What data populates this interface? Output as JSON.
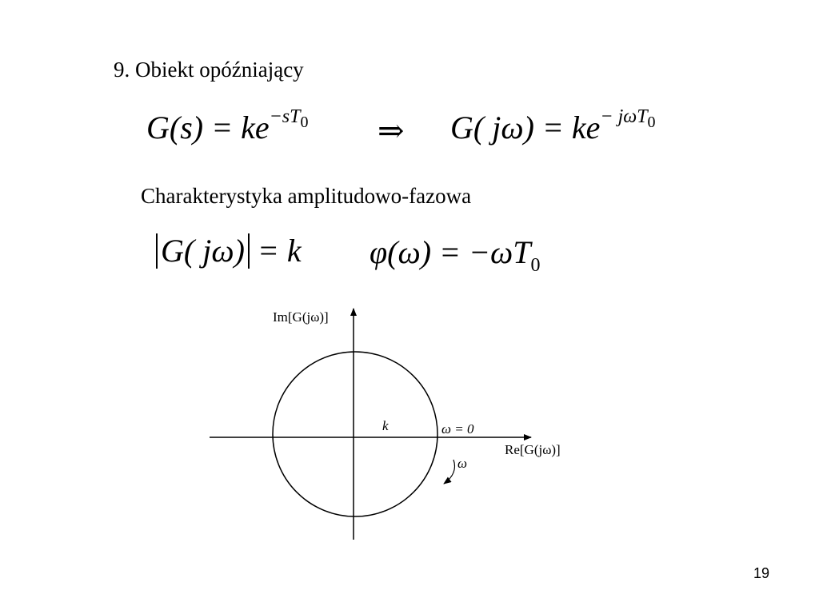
{
  "slide": {
    "title": "9. Obiekt opóźniający",
    "subtitle": "Charakterystyka amplitudowo-fazowa",
    "page_number": "19"
  },
  "equations": {
    "transfer_lhs": "G(s) = ke",
    "transfer_lhs_exp": "−sT",
    "transfer_lhs_exp_sub": "0",
    "implies": "⇒",
    "transfer_rhs": "G( jω) = ke",
    "transfer_rhs_exp": "− jωT",
    "transfer_rhs_exp_sub": "0",
    "magnitude_inner": "G( jω)",
    "magnitude_rhs": "= k",
    "phase": "φ(ω) = −ωT",
    "phase_sub": "0"
  },
  "diagram": {
    "y_axis_label": "Im[G(jω)]",
    "x_axis_label": "Re[G(jω)]",
    "radius_label": "k",
    "start_label": "ω = 0",
    "direction_label": "ω"
  }
}
